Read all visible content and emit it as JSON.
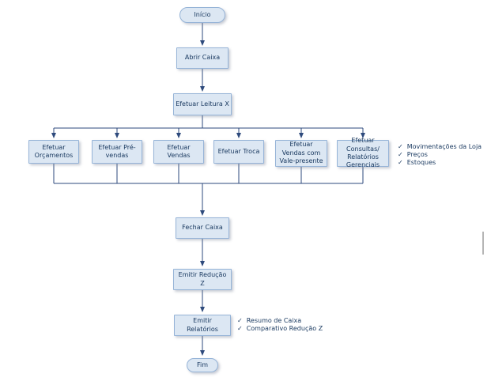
{
  "diagram": {
    "type": "flowchart",
    "check_glyph": "✓",
    "nodes": {
      "inicio": {
        "label": "Início"
      },
      "abrir_caixa": {
        "label": "Abrir Caixa"
      },
      "efetuar_leitura_x": {
        "label": "Efetuar Leitura X"
      },
      "efetuar_orcamentos": {
        "label": "Efetuar Orçamentos"
      },
      "efetuar_pre_vendas": {
        "label": "Efetuar Pré-vendas"
      },
      "efetuar_vendas": {
        "label": "Efetuar Vendas"
      },
      "efetuar_troca": {
        "label": "Efetuar Troca"
      },
      "efetuar_vendas_vale_presente": {
        "label": "Efetuar Vendas com Vale-presente"
      },
      "efetuar_consultas_relatorios": {
        "label": "Efetuar Consultas/ Relatórios Gerenciais"
      },
      "fechar_caixa": {
        "label": "Fechar Caixa"
      },
      "emitir_reducao_z": {
        "label": "Emitir Redução Z"
      },
      "emitir_relatorios": {
        "label": "Emitir Relatórios"
      },
      "fim": {
        "label": "Fim"
      }
    },
    "annotations": {
      "consultas_list": {
        "items": [
          "Movimentações da Loja",
          "Preços",
          "Estoques"
        ]
      },
      "relatorios_list": {
        "items": [
          "Resumo de Caixa",
          "Comparativo Redução Z"
        ]
      }
    },
    "colors": {
      "box_fill": "#dce7f3",
      "box_border": "#95b3d7",
      "text": "#17375e",
      "connector": "#2e4a7c"
    }
  }
}
